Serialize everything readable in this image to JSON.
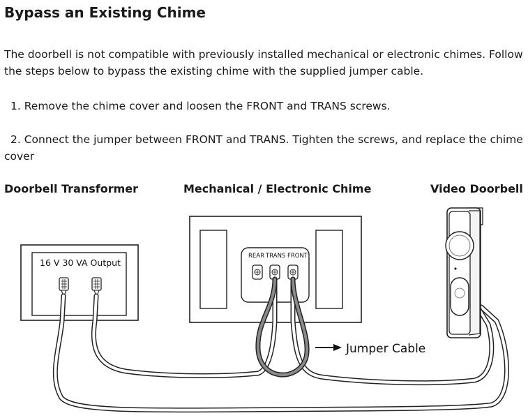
{
  "page": {
    "title": "Bypass an Existing Chime",
    "intro": "The doorbell is not compatible with previously installed mechanical or electronic chimes. Follow the steps below to bypass the existing chime with the supplied jumper cable.",
    "step1": "1. Remove the chime cover and loosen the FRONT and TRANS screws.",
    "step2": "2. Connect the jumper between FRONT and TRANS. Tighten the screws, and replace the chime cover"
  },
  "diagram": {
    "label_transformer": "Doorbell Transformer",
    "label_chime": "Mechanical / Electronic Chime",
    "label_doorbell": "Video Doorbell",
    "transformer_output": "16 V 30 VA Output",
    "terminal_rear": "REAR",
    "terminal_trans": "TRANS",
    "terminal_front": "FRONT",
    "jumper_label": "Jumper Cable"
  }
}
